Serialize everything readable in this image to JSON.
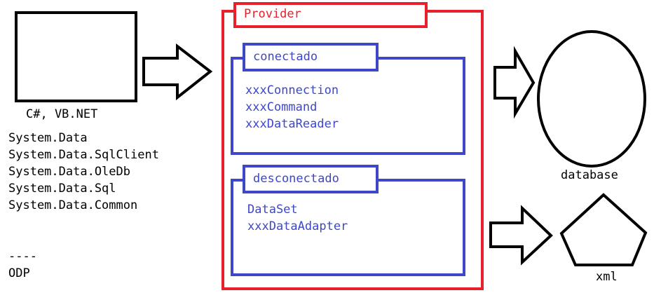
{
  "client": {
    "caption": "C#, VB.NET",
    "namespaces": [
      "System.Data",
      "System.Data.SqlClient",
      "System.Data.OleDb",
      "System.Data.Sql",
      "System.Data.Common"
    ],
    "separator": "----",
    "extra": "ODP"
  },
  "provider": {
    "title": "Provider",
    "connected": {
      "title": "conectado",
      "items": [
        "xxxConnection",
        "xxxCommand",
        "xxxDataReader"
      ]
    },
    "disconnected": {
      "title": "desconectado",
      "items": [
        "DataSet",
        "xxxDataAdapter"
      ]
    }
  },
  "targets": {
    "database_label": "database",
    "xml_label": "xml"
  },
  "colors": {
    "provider": "#e8202a",
    "section": "#3d47c8",
    "shape": "#000000"
  }
}
